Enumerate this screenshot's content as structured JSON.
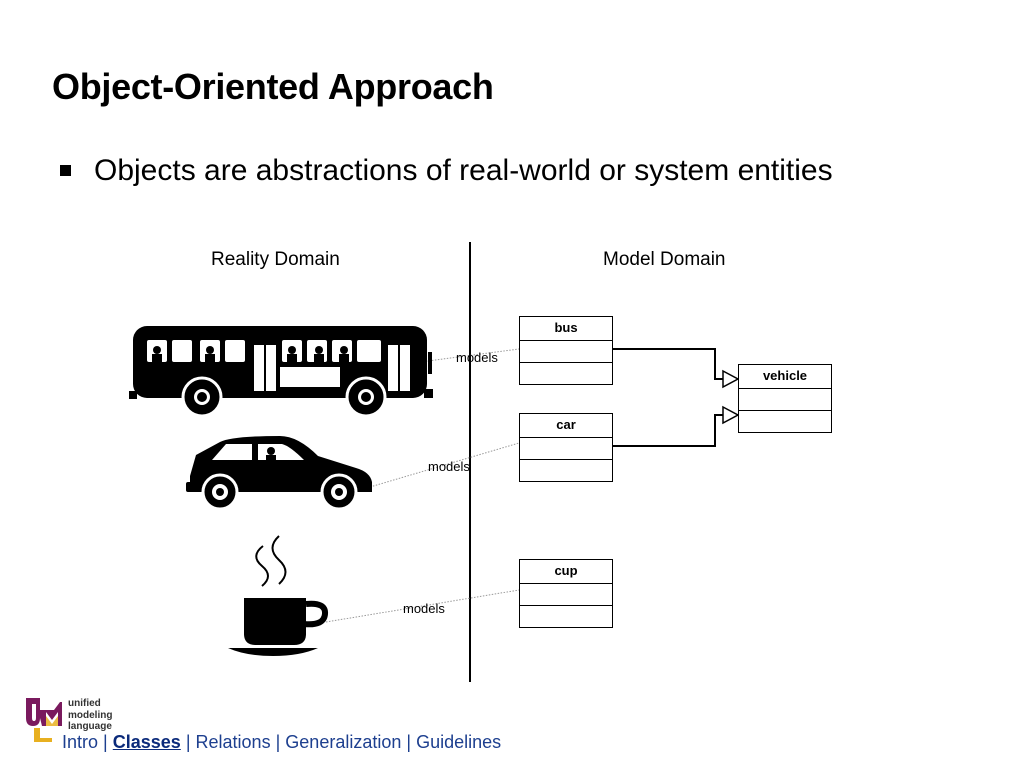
{
  "slide": {
    "title": "Object-Oriented Approach",
    "bullet": "Objects are abstractions of real-world or system entities"
  },
  "diagram": {
    "reality_label": "Reality Domain",
    "model_label": "Model Domain",
    "models_label": "models",
    "classes": {
      "bus": "bus",
      "car": "car",
      "cup": "cup",
      "vehicle": "vehicle"
    },
    "icons": [
      "bus-icon",
      "car-icon",
      "coffee-cup-icon",
      "generalization-arrow-icon"
    ]
  },
  "logo": {
    "lines": [
      "unified",
      "modeling",
      "language"
    ],
    "letters": "UML",
    "colors": {
      "primary": "#7a1a5e",
      "secondary": "#e8b020"
    }
  },
  "footer": {
    "items": [
      "Intro",
      "Classes",
      "Relations",
      "Generalization",
      "Guidelines"
    ],
    "active": "Classes",
    "separator": "|",
    "color": "#1d3f8f"
  }
}
